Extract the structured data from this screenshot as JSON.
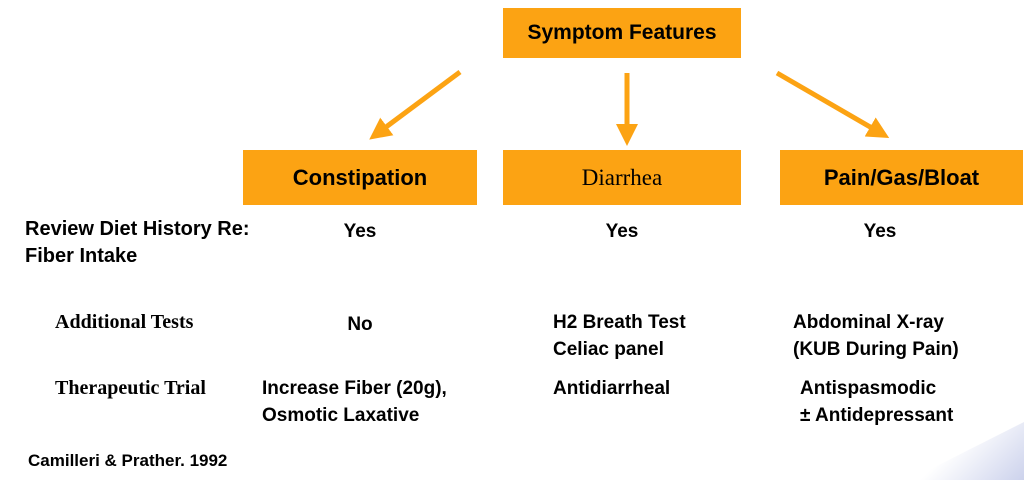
{
  "diagram": {
    "accent_color": "#FCA313",
    "root": {
      "label": "Symptom Features"
    },
    "columns": [
      {
        "id": "constipation",
        "label": "Constipation"
      },
      {
        "id": "diarrhea",
        "label": "Diarrhea"
      },
      {
        "id": "pain-gas-bloat",
        "label": "Pain/Gas/Bloat"
      }
    ],
    "rows": [
      {
        "label": "Review Diet History Re:\nFiber Intake",
        "values": [
          "Yes",
          "Yes",
          "Yes"
        ]
      },
      {
        "label": "Additional Tests",
        "values": [
          "No",
          "H2 Breath Test\nCeliac panel",
          "Abdominal X-ray\n(KUB During Pain)"
        ]
      },
      {
        "label": "Therapeutic Trial",
        "values": [
          "Increase Fiber (20g),\nOsmotic Laxative",
          "Antidiarrheal",
          "Antispasmodic\n± Antidepressant"
        ]
      }
    ],
    "citation": "Camilleri & Prather. 1992"
  }
}
